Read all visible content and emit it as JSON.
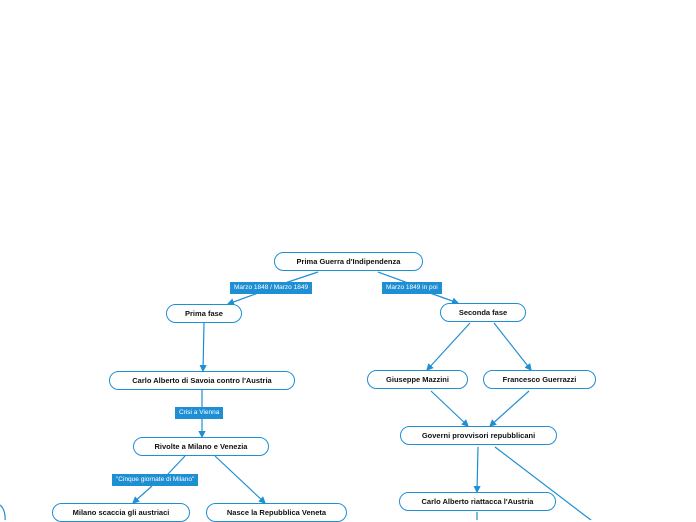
{
  "colors": {
    "accent": "#1f8fd4",
    "node_border": "#1f8fd4",
    "text": "#111111"
  },
  "nodes": {
    "root": "Prima Guerra d'Indipendenza",
    "prima_fase": "Prima fase",
    "seconda_fase": "Seconda fase",
    "carlo_alberto_savoia": "Carlo Alberto di Savoia contro l'Austria",
    "giuseppe_mazzini": "Giuseppe Mazzini",
    "francesco_guerrazzi": "Francesco Guerrazzi",
    "governi_provvisori": "Governi provvisori repubblicani",
    "rivolte": "Rivolte a Milano e Venezia",
    "carlo_alberto_riattacca": "Carlo Alberto riattacca l'Austria",
    "milano_scaccia": "Milano scaccia gli austriaci",
    "repubblica_veneta": "Nasce la Repubblica Veneta"
  },
  "labels": {
    "marzo_1848": "Marzo 1848 / Marzo 1849",
    "marzo_1849": "Marzo 1849 in poi",
    "crisi_vienna": "Crisi a Vienna",
    "cinque_giornate": "\"Cinque giornate di Milano\""
  }
}
